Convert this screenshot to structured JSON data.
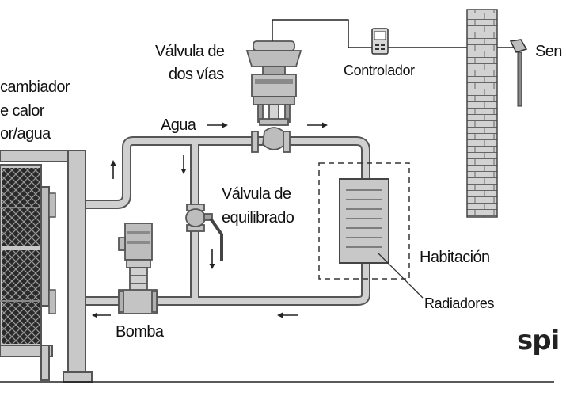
{
  "labels": {
    "intercambiador": [
      "cambiador",
      "e calor",
      "or/agua"
    ],
    "valvula_dos_vias": [
      "Válvula de",
      "dos vías"
    ],
    "controlador": "Controlador",
    "sensor": "Sen",
    "agua": "Agua",
    "valvula_equilibrado": [
      "Válvula de",
      "equilibrado"
    ],
    "habitacion": "Habitación",
    "radiadores": "Radiadores",
    "bomba": "Bomba"
  },
  "logo": "spi",
  "colors": {
    "pipe_outline": "#555555",
    "pipe_fill": "#d0d0d0",
    "equipment_fill": "#b5b5b5",
    "brick_fill": "#cfcfcf",
    "text": "#111111"
  },
  "icons": [
    "arrow-icon",
    "brick-wall-icon",
    "controller-icon",
    "temperature-sensor-icon",
    "pump-icon",
    "valve-icon"
  ]
}
